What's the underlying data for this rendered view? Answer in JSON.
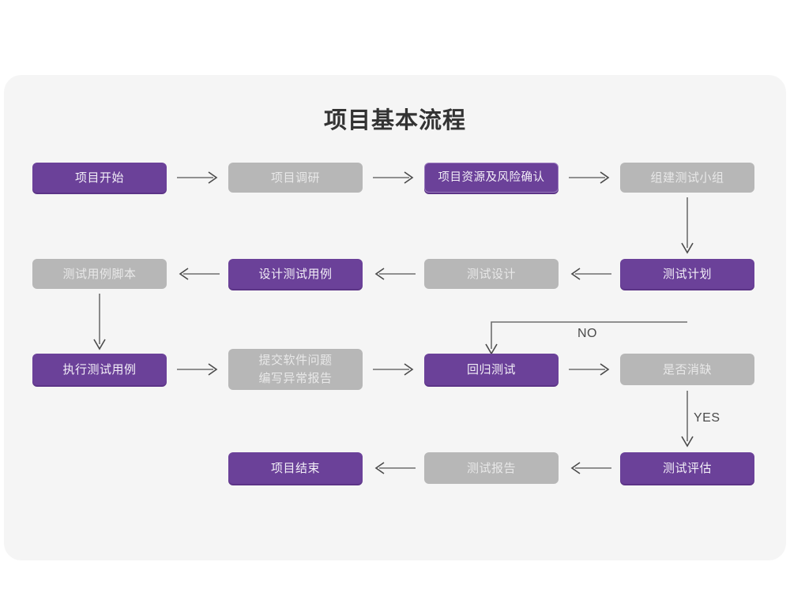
{
  "title": "项目基本流程",
  "colors": {
    "panel_background": "#f5f5f5",
    "page_background": "#ffffff",
    "accent_purple": "#6B4199",
    "purple_shadow": "#5c3487",
    "purple_border": "#9a7bbd",
    "muted_gray": "#b7b7b7",
    "gray_text": "#e8e8e8",
    "purple_text": "#f2eef7",
    "connector": "#6e6e6e",
    "title_text": "#333333"
  },
  "nodes": [
    {
      "id": "project-start",
      "label": "项目开始",
      "style": "purple"
    },
    {
      "id": "project-research",
      "label": "项目调研",
      "style": "gray"
    },
    {
      "id": "resource-risk-confirm",
      "label": "项目资源及风险确认",
      "style": "purple-outline"
    },
    {
      "id": "build-test-team",
      "label": "组建测试小组",
      "style": "gray"
    },
    {
      "id": "test-case-script",
      "label": "测试用例脚本",
      "style": "gray"
    },
    {
      "id": "design-test-case",
      "label": "设计测试用例",
      "style": "purple"
    },
    {
      "id": "test-design",
      "label": "测试设计",
      "style": "gray"
    },
    {
      "id": "test-plan",
      "label": "测试计划",
      "style": "purple"
    },
    {
      "id": "execute-test-case",
      "label": "执行测试用例",
      "style": "purple"
    },
    {
      "id": "submit-defect-report",
      "label": "提交软件问题\n编写异常报告",
      "style": "gray"
    },
    {
      "id": "regression-test",
      "label": "回归测试",
      "style": "purple"
    },
    {
      "id": "defect-cleared",
      "label": "是否消缺",
      "style": "gray"
    },
    {
      "id": "project-end",
      "label": "项目结束",
      "style": "purple"
    },
    {
      "id": "test-report",
      "label": "测试报告",
      "style": "gray"
    },
    {
      "id": "test-evaluation",
      "label": "测试评估",
      "style": "purple"
    }
  ],
  "edge_labels": {
    "no": "NO",
    "yes": "YES"
  }
}
